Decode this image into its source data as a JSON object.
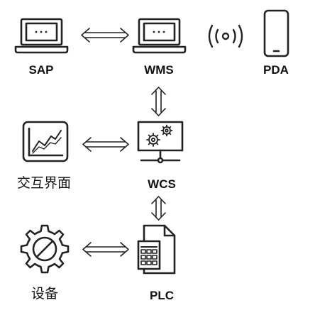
{
  "nodes": {
    "sap": {
      "label": "SAP",
      "icon": "laptop-icon"
    },
    "wms": {
      "label": "WMS",
      "icon": "laptop-icon"
    },
    "pda": {
      "label": "PDA",
      "icon": "smartphone-icon"
    },
    "wireless": {
      "icon": "wireless-signal-icon"
    },
    "ui": {
      "label": "交互界面",
      "icon": "line-chart-icon"
    },
    "wcs": {
      "label": "WCS",
      "icon": "network-gears-monitor-icon"
    },
    "device": {
      "label": "设备",
      "icon": "gear-icon"
    },
    "plc": {
      "label": "PLC",
      "icon": "calculator-document-icon"
    }
  },
  "connections": [
    {
      "from": "SAP",
      "to": "WMS",
      "type": "bidirectional"
    },
    {
      "from": "WMS",
      "to": "PDA",
      "type": "wireless"
    },
    {
      "from": "WMS",
      "to": "WCS",
      "type": "bidirectional"
    },
    {
      "from": "交互界面",
      "to": "WCS",
      "type": "bidirectional"
    },
    {
      "from": "WCS",
      "to": "PLC",
      "type": "bidirectional"
    },
    {
      "from": "设备",
      "to": "PLC",
      "type": "bidirectional"
    }
  ],
  "colors": {
    "stroke": "#222222",
    "background": "#ffffff"
  }
}
